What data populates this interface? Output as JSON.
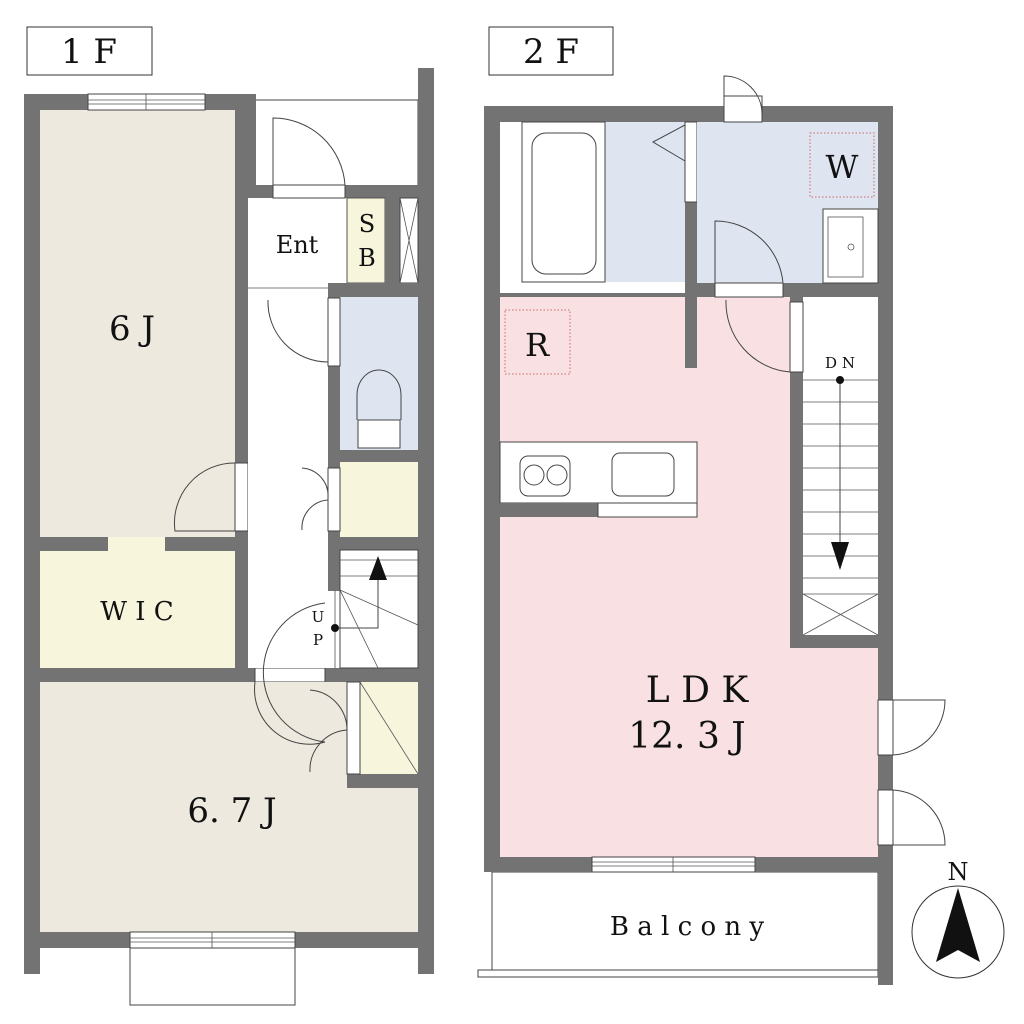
{
  "floors": [
    {
      "label": "1 F",
      "rooms": {
        "room_6j": "6 J",
        "wic": "W I C",
        "room_67j": "6. 7 J",
        "entrance": "Ent",
        "shoe_box_s": "S",
        "shoe_box_b": "B",
        "stairs_up_u": "U",
        "stairs_up_p": "P"
      }
    },
    {
      "label": "2 F",
      "rooms": {
        "washer": "W",
        "fridge": "R",
        "stairs_down": "D N",
        "ldk_name": "L D K",
        "ldk_size": "12. 3 J",
        "balcony": "B a l c o n y"
      }
    }
  ],
  "compass": {
    "label": "N"
  },
  "colors": {
    "wall": "#737373",
    "western_room": "#ede9df",
    "storage": "#f7f5dc",
    "wet_area": "#dfe5f0",
    "ldk": "#f9e1e3"
  }
}
